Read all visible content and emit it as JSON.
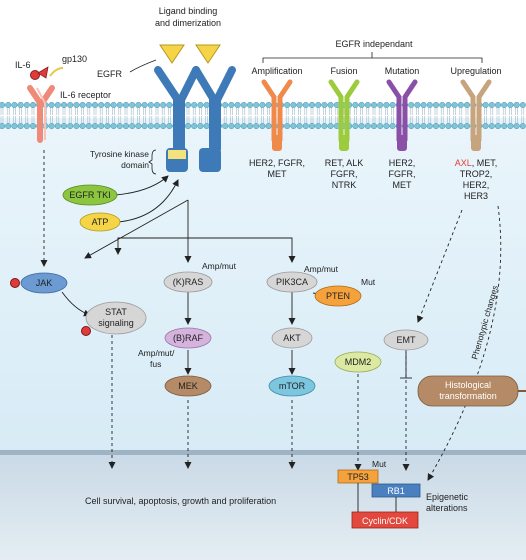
{
  "ligand": {
    "line1": "Ligand binding",
    "line2": "and dimerization"
  },
  "egfr_label": "EGFR",
  "il6": {
    "il6": "IL-6",
    "gp130": "gp130",
    "receptor": "IL-6 receptor"
  },
  "egfr_independent": "EGFR independant",
  "categories": {
    "amplification": "Amplification",
    "fusion": "Fusion",
    "mutation": "Mutation",
    "upregulation": "Upregulation"
  },
  "genes": {
    "amplification": [
      "HER2, FGFR,",
      "MET"
    ],
    "fusion": [
      "RET, ALK",
      "FGFR,",
      "NTRK"
    ],
    "mutation": [
      "HER2,",
      "FGFR,",
      "MET"
    ],
    "upregulation_axl": "AXL",
    "upregulation_rest": ", MET,",
    "upregulation_more": [
      "TROP2,",
      "HER2,",
      "HER3"
    ]
  },
  "tk_domain": [
    "Tyrosine kinase",
    "domain"
  ],
  "nodes": {
    "egfr_tki": "EGFR TKI",
    "atp": "ATP",
    "jak": "JAK",
    "stat": [
      "STAT",
      "signaling"
    ],
    "kras": "(K)RAS",
    "braf": "(B)RAF",
    "mek": "MEK",
    "pik3ca": "PIK3CA",
    "pten": "PTEN",
    "akt": "AKT",
    "mtor": "mTOR",
    "mdm2": "MDM2",
    "emt": "EMT",
    "histological": [
      "Histological",
      "transformation"
    ],
    "tp53": "TP53",
    "rb1": "RB1",
    "cyclin": "Cyclin/CDK"
  },
  "annotations": {
    "amp_mut_kras": "Amp/mut",
    "amp_mut_pik3ca": "Amp/mut",
    "pten_mut": "Mut",
    "braf_amp": [
      "Amp/mut/",
      "fus"
    ],
    "tp53_mut": "Mut",
    "phenotypic": "Phenotypic changes",
    "epigenetic": [
      "Epigenetic",
      "alterations"
    ],
    "cell_survival": "Cell survival, apoptosis, growth and proliferation"
  },
  "colors": {
    "membrane_head": "#7fc4d8",
    "cytoplasm": "#ddeff8",
    "nucleus": "#cfdde8",
    "egfr": "#3f7ab8",
    "ligand": "#f5d447",
    "amplification": "#f08a4b",
    "fusion": "#9ccc3c",
    "mutation": "#8a4fa6",
    "upregulation": "#c6a47e",
    "il6_receptor": "#f08a78",
    "histological": "#b58a66",
    "tp53": "#f5a23c",
    "rb1": "#4a7fc0",
    "cyclin": "#e2483d"
  }
}
